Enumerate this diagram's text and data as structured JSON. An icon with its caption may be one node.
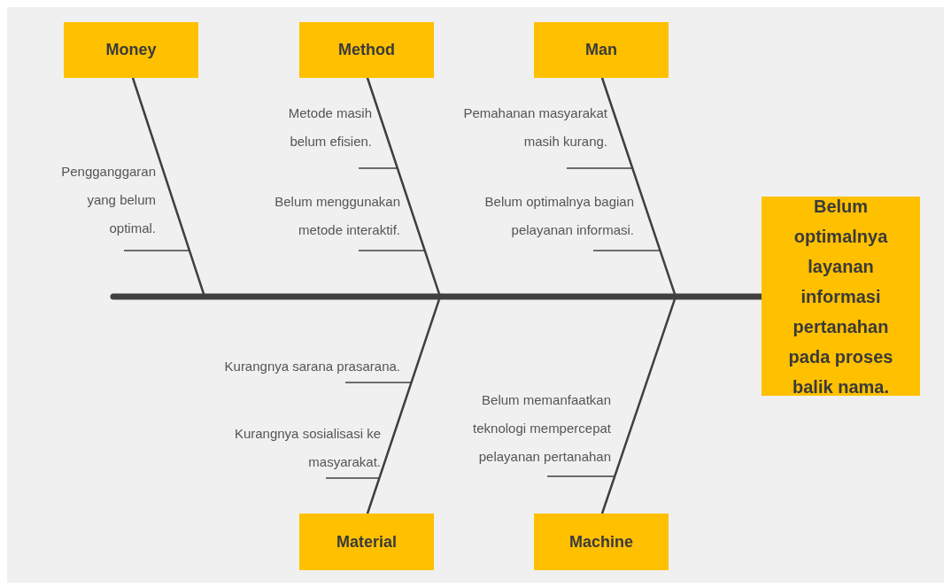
{
  "diagram": {
    "nodes": [
      {
        "text": [
          "Money"
        ]
      },
      {
        "text": [
          "Method"
        ]
      },
      {
        "text": [
          "Man"
        ]
      },
      {
        "text": [
          "Material"
        ]
      },
      {
        "text": [
          "Machine"
        ]
      },
      {
        "text": [
          "Belum optimalnya layanan informasi pertanahan pada proses balik nama."
        ]
      },
      {
        "text": [
          "Pengganggaran yang belum optimal."
        ]
      },
      {
        "text": [
          "Metode masih belum efisien."
        ]
      },
      {
        "text": [
          "Belum menggunakan metode interaktif."
        ]
      },
      {
        "text": [
          "Pemahanan masyarakat masih kurang."
        ]
      },
      {
        "text": [
          "Belum optimalnya bagian pelayanan informasi."
        ]
      },
      {
        "text": [
          "Kurangnya sarana prasarana."
        ]
      },
      {
        "text": [
          "Kurangnya sosialisasi ke masyarakat."
        ]
      },
      {
        "text": [
          "Belum memanfaatkan teknologi mempercepat pelayanan pertanahan"
        ]
      }
    ],
    "edges": [
      {
        "from": null,
        "to": 5,
        "arrow": "none",
        "style": "thick"
      },
      {
        "from": 0,
        "to": 5,
        "arrow": "none"
      },
      {
        "from": 1,
        "to": 5,
        "arrow": "none"
      },
      {
        "from": 2,
        "to": 5,
        "arrow": "none"
      },
      {
        "from": 3,
        "to": 5,
        "arrow": "none"
      },
      {
        "from": 4,
        "to": 5,
        "arrow": "none"
      },
      {
        "from": 6,
        "to": 0,
        "arrow": "none"
      },
      {
        "from": 7,
        "to": 1,
        "arrow": "none"
      },
      {
        "from": 8,
        "to": 1,
        "arrow": "none"
      },
      {
        "from": 9,
        "to": 2,
        "arrow": "none"
      },
      {
        "from": 10,
        "to": 2,
        "arrow": "none"
      },
      {
        "from": 11,
        "to": 3,
        "arrow": "none"
      },
      {
        "from": 12,
        "to": 3,
        "arrow": "none"
      },
      {
        "from": 13,
        "to": 4,
        "arrow": "none"
      }
    ]
  }
}
